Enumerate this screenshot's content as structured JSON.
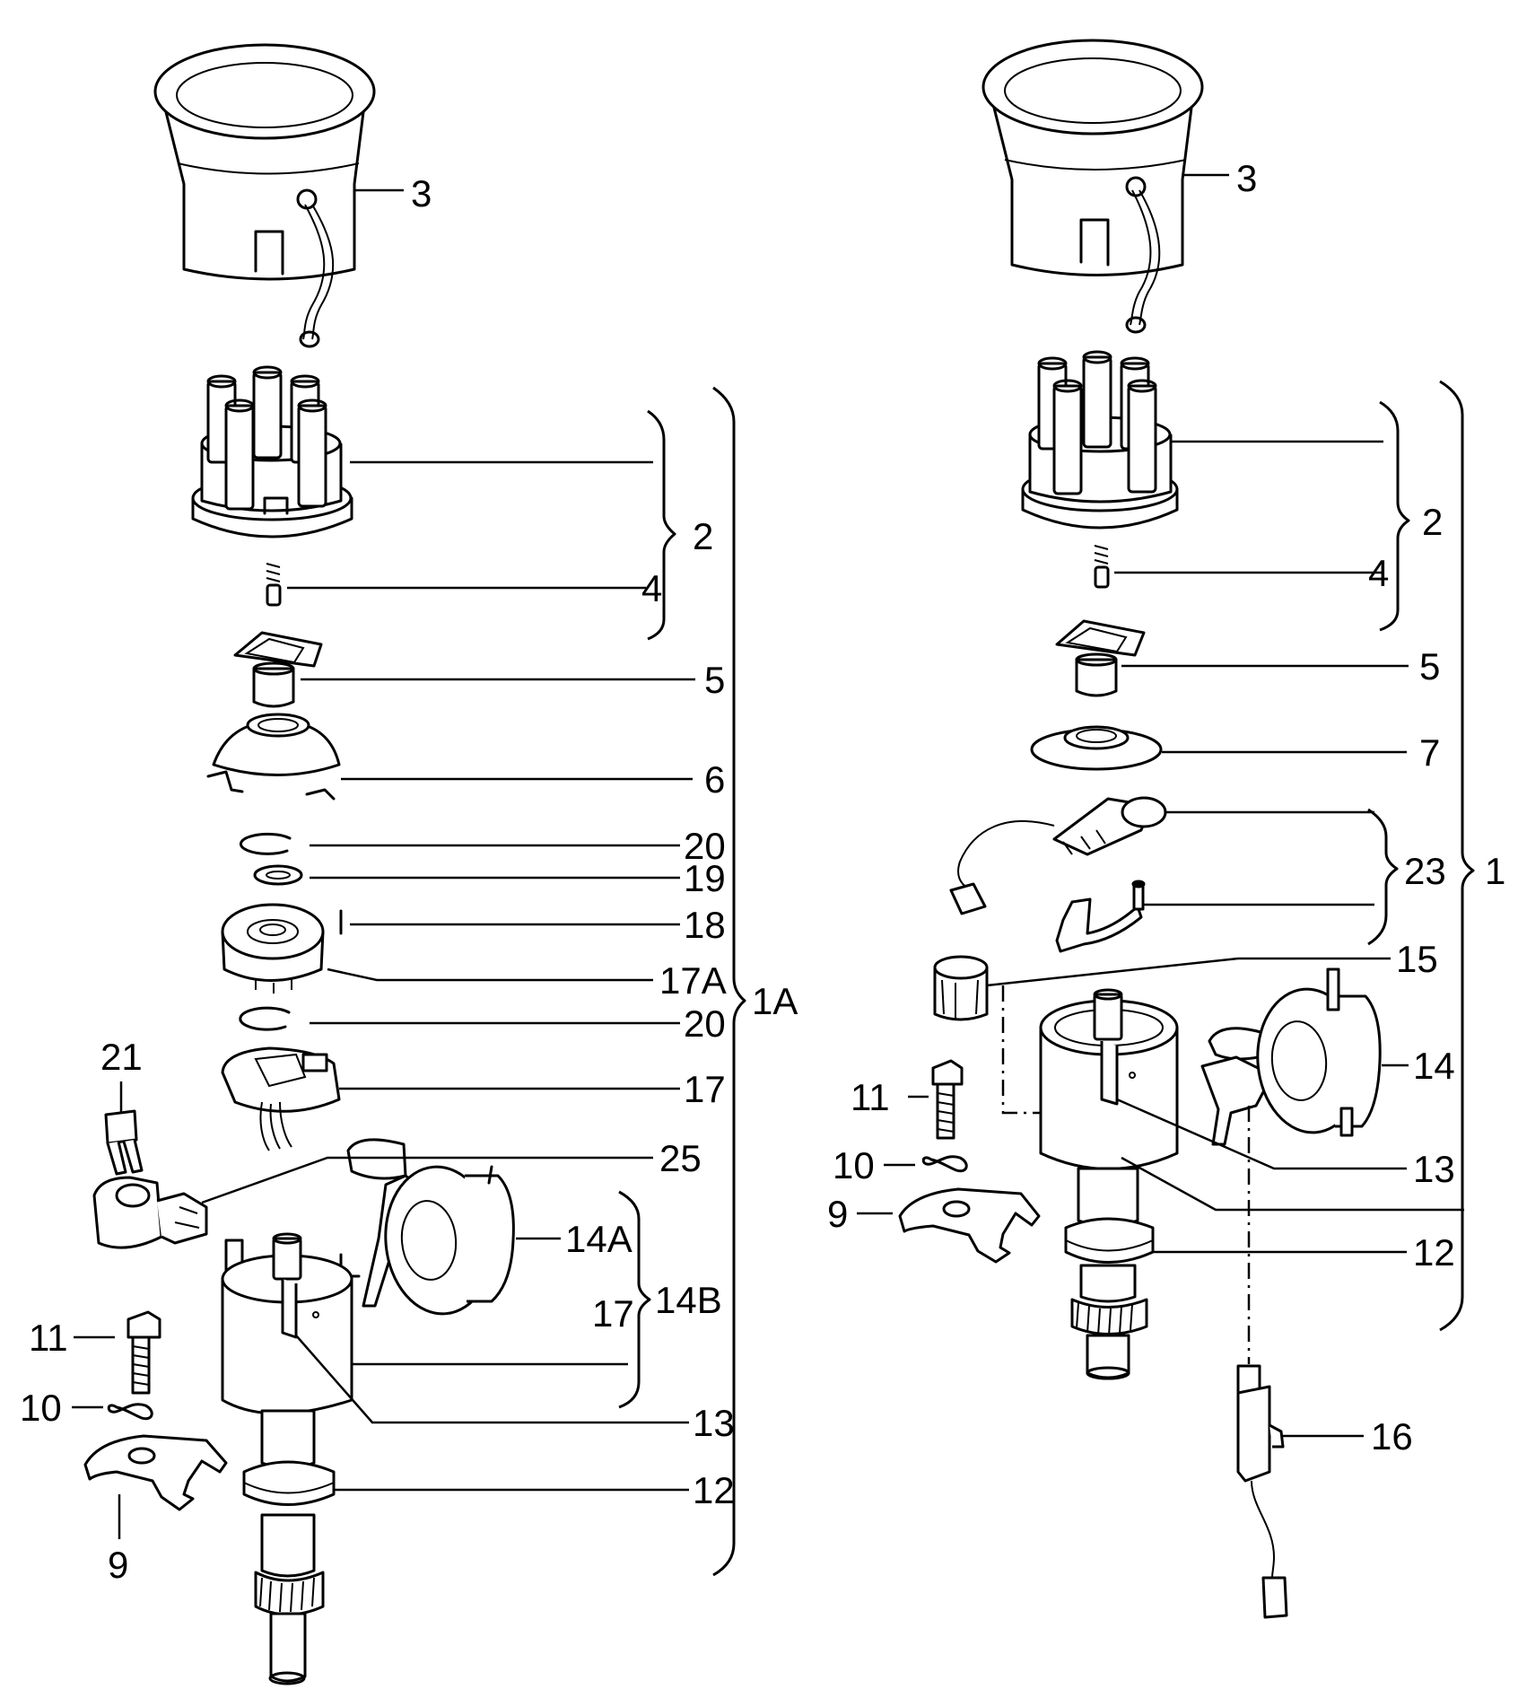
{
  "left_assembly": {
    "callouts": {
      "c3": "3",
      "c2": "2",
      "c4": "4",
      "c5": "5",
      "c6": "6",
      "c20a": "20",
      "c19": "19",
      "c18": "18",
      "c17a": "17A",
      "c20b": "20",
      "c17": "17",
      "c21": "21",
      "c25": "25",
      "c14a": "14A",
      "c14b": "14B",
      "c17b": "17",
      "c11": "11",
      "c10": "10",
      "c9": "9",
      "c13": "13",
      "c12": "12",
      "c1a": "1A"
    }
  },
  "right_assembly": {
    "callouts": {
      "c3": "3",
      "c2": "2",
      "c4": "4",
      "c5": "5",
      "c7": "7",
      "c23": "23",
      "c1": "1",
      "c15": "15",
      "c14": "14",
      "c11": "11",
      "c10": "10",
      "c13": "13",
      "c9": "9",
      "c12": "12",
      "c16": "16"
    }
  }
}
